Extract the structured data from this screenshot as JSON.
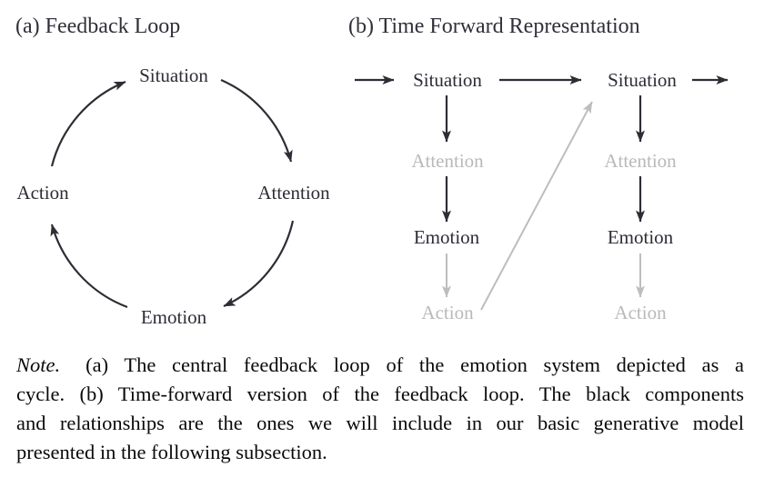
{
  "panel_a": {
    "title": "(a) Feedback Loop",
    "nodes": {
      "top": "Situation",
      "right": "Attention",
      "bottom": "Emotion",
      "left": "Action"
    }
  },
  "panel_b": {
    "title": "(b) Time Forward Representation",
    "columns": [
      {
        "situation": "Situation",
        "attention": "Attention",
        "emotion": "Emotion",
        "action": "Action"
      },
      {
        "situation": "Situation",
        "attention": "Attention",
        "emotion": "Emotion",
        "action": "Action"
      }
    ]
  },
  "note": {
    "label": "Note.",
    "lines": [
      "(a) The central feedback loop of the emotion system depicted as a",
      "cycle. (b) Time-forward version of the feedback loop. The black components",
      "and relationships are the ones we will include in our basic generative model",
      "presented in the following subsection."
    ]
  },
  "colors": {
    "dark": "#2d2d36",
    "gray": "#b9b9b9",
    "gray_edge": "#bdbdbd",
    "note_text": "#0a0a0a",
    "background": "#ffffff"
  }
}
